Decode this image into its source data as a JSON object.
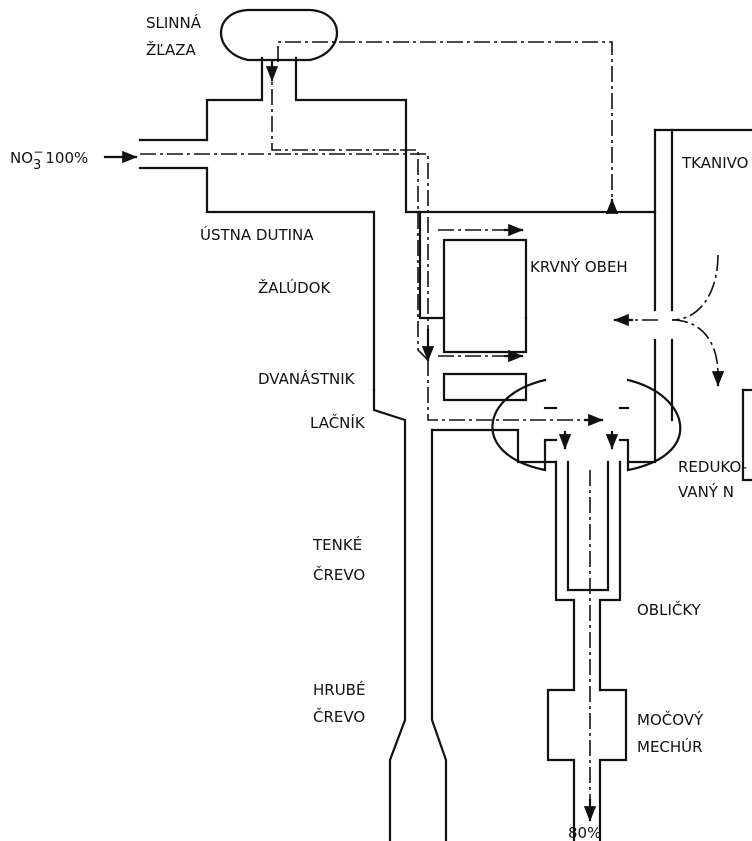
{
  "labels": {
    "salivary_gland": [
      "SLINNÁ",
      "ŽĽAZA"
    ],
    "nitrate_input_pre": "NO",
    "nitrate_input_sub": "3",
    "nitrate_input_sup": "−",
    "nitrate_input_post": "100%",
    "oral_cavity": "ÚSTNA DUTINA",
    "stomach": "ŽALÚDOK",
    "duodenum": "DVANÁSTNIK",
    "jejunum": "LAČNÍK",
    "small_intestine": [
      "TENKÉ",
      "ČREVO"
    ],
    "large_intestine": [
      "HRUBÉ",
      "ČREVO"
    ],
    "blood_circulation": "KRVNÝ OBEH",
    "tissue": "TKANIVO",
    "reduced_n": [
      "REDUKO-",
      "VANÝ N"
    ],
    "kidneys": "OBLIČKY",
    "bladder": [
      "MOČOVÝ",
      "MECHÚR"
    ],
    "output_percent": "80%"
  }
}
